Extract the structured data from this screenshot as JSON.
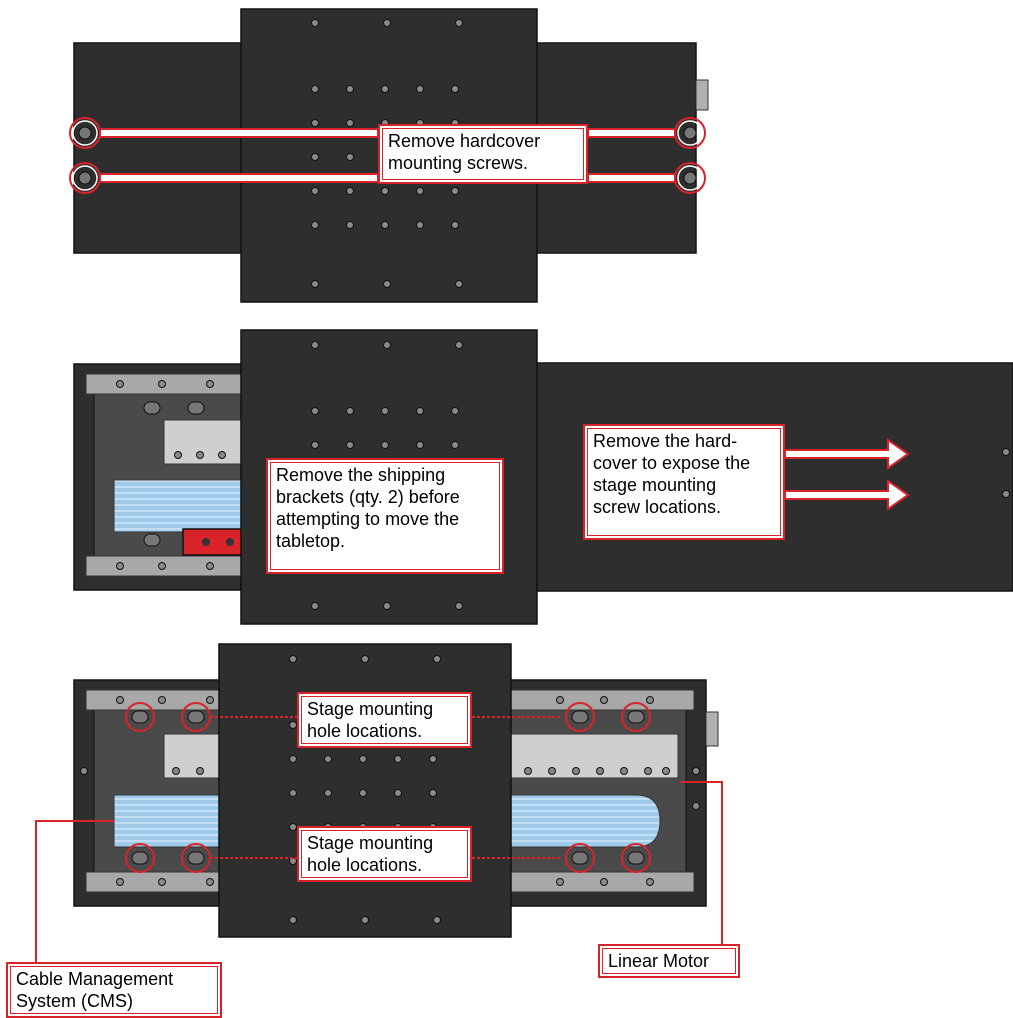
{
  "colors": {
    "plate": "#2e2e2e",
    "plate_edge": "#111111",
    "hole": "#8a8a8a",
    "rail": "#a8a8a8",
    "inner": "#4a4a4a",
    "motor": "#cfcfcf",
    "cable": "#a9d2ef",
    "bracket": "#d8232a",
    "callout_line": "#d8232a"
  },
  "panels": [
    {
      "name": "hardcover-view",
      "callouts": [
        {
          "name": "callout-hardcover-screws",
          "text": "Remove hardcover\nmounting screws."
        }
      ]
    },
    {
      "name": "hardcover-removed-view",
      "callouts": [
        {
          "name": "callout-shipping-brackets",
          "text": "Remove the shipping\nbrackets (qty. 2) before\nattempting to move the\ntabletop."
        },
        {
          "name": "callout-remove-hardcover",
          "text": "Remove the hard-\ncover to expose the\nstage mounting\nscrew locations."
        }
      ]
    },
    {
      "name": "stage-mounting-view",
      "callouts": [
        {
          "name": "callout-mounting-holes-top",
          "text": "Stage mounting\nhole locations."
        },
        {
          "name": "callout-mounting-holes-bottom",
          "text": "Stage mounting\nhole locations."
        },
        {
          "name": "callout-cms",
          "text": "Cable Management\nSystem (CMS)"
        },
        {
          "name": "callout-linear-motor",
          "text": "Linear Motor"
        }
      ]
    }
  ]
}
